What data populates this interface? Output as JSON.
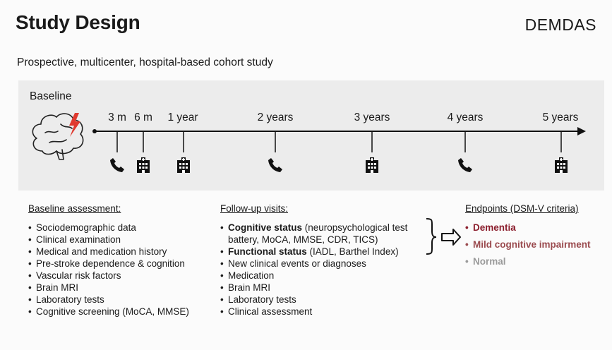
{
  "header": {
    "title": "Study Design",
    "brand": "DEMDAS"
  },
  "subtitle": "Prospective, multicenter, hospital-based cohort study",
  "timeline": {
    "baseline_label": "Baseline",
    "points": [
      {
        "label": "3 m"
      },
      {
        "label": "6 m"
      },
      {
        "label": "1 year"
      },
      {
        "label": "2 years"
      },
      {
        "label": "3 years"
      },
      {
        "label": "4 years"
      },
      {
        "label": "5 years"
      }
    ],
    "events": [
      {
        "at": "3 m",
        "icon": "phone-icon"
      },
      {
        "at": "6 m",
        "icon": "hospital-icon"
      },
      {
        "at": "1 year",
        "icon": "hospital-icon"
      },
      {
        "at": "2 years",
        "icon": "phone-icon"
      },
      {
        "at": "3 years",
        "icon": "hospital-icon"
      },
      {
        "at": "4 years",
        "icon": "phone-icon"
      },
      {
        "at": "5 years",
        "icon": "hospital-icon"
      }
    ],
    "accent_color": "#e03a2f"
  },
  "baseline_assessment": {
    "heading": "Baseline assessment:",
    "items": [
      "Sociodemographic data",
      "Clinical examination",
      "Medical and medication history",
      "Pre-stroke dependence & cognition",
      "Vascular risk factors",
      "Brain MRI",
      "Laboratory tests",
      "Cognitive screening (MoCA, MMSE)"
    ]
  },
  "followup": {
    "heading": "Follow-up visits:",
    "cognitive_bold": "Cognitive status",
    "cognitive_rest": " (neuropsychological test battery, MoCA, MMSE, CDR, TICS)",
    "functional_bold": "Functional status",
    "functional_rest": " (IADL, Barthel Index)",
    "items": [
      "New clinical events or diagnoses",
      "Medication",
      "Brain MRI",
      "Laboratory tests",
      "Clinical assessment"
    ]
  },
  "endpoints": {
    "heading": "Endpoints (DSM-V criteria)",
    "items": [
      "Dementia",
      "Mild cognitive impairment",
      "Normal"
    ],
    "colors": {
      "dementia": "#8b1e2d",
      "mci": "#9a4a4e",
      "normal": "#9a9a9a"
    }
  }
}
